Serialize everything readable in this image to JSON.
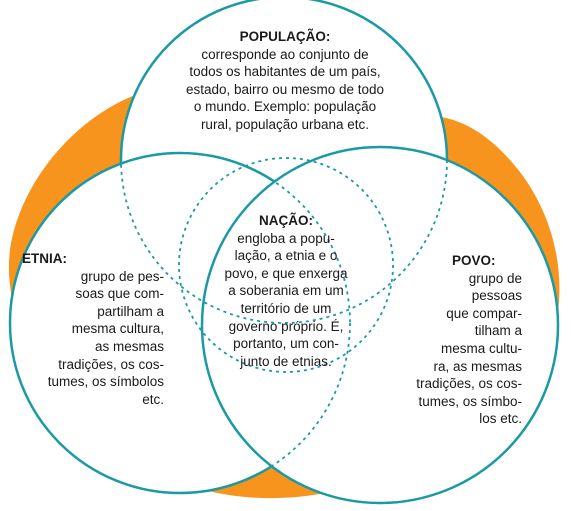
{
  "colors": {
    "accent_orange": "#F7941D",
    "circle_stroke": "#1B9AA5",
    "background": "#FFFFFF",
    "text": "#1A1A1A"
  },
  "diagram": {
    "populacao": {
      "title": "POPULAÇÃO:",
      "text": "corresponde ao conjunto de\ntodos os habitantes de um país,\nestado, bairro ou mesmo de todo\no mundo. Exemplo: população\nrural, população urbana etc."
    },
    "nacao": {
      "title": "NAÇÃO:",
      "text": "engloba a popu-\nlação, a etnia e o\npovo, e que enxerga\na soberania em um\nterritório de um\ngoverno próprio. É,\nportanto, um con-\njunto de etnias."
    },
    "etnia": {
      "title": "ETNIA:",
      "text": "grupo de pes-\nsoas que com-\npartilham a\nmesma cultura,\nas mesmas\ntradições, os cos-\ntumes, os símbolos\netc."
    },
    "povo": {
      "title": "POVO:",
      "text": "grupo de\npessoas\nque compar-\ntilham a\nmesma cultu-\nra, as mesmas\ntradições, os cos-\ntumes, os símbo-\nlos etc."
    }
  }
}
